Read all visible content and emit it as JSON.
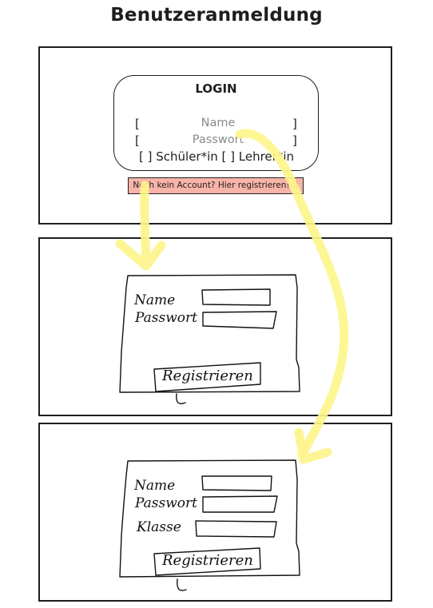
{
  "title": "Benutzeranmeldung",
  "login": {
    "heading": "LOGIN",
    "bracket_open": "[",
    "bracket_close": "]",
    "name_placeholder": "Name",
    "password_placeholder": "Passwort",
    "roles_text": "[  ] Schüler*in [  ] Lehrer*in",
    "register_link": "Noch kein Account? Hier registrieren! :)"
  },
  "student_form": {
    "name_label": "Name",
    "password_label": "Passwort",
    "submit_label": "Registrieren"
  },
  "teacher_form": {
    "name_label": "Name",
    "password_label": "Passwort",
    "class_label": "Klasse",
    "submit_label": "Registrieren"
  },
  "colors": {
    "arrow": "#fdf58c",
    "link_bg": "#f8b4a8",
    "stroke": "#1e1e1e"
  }
}
